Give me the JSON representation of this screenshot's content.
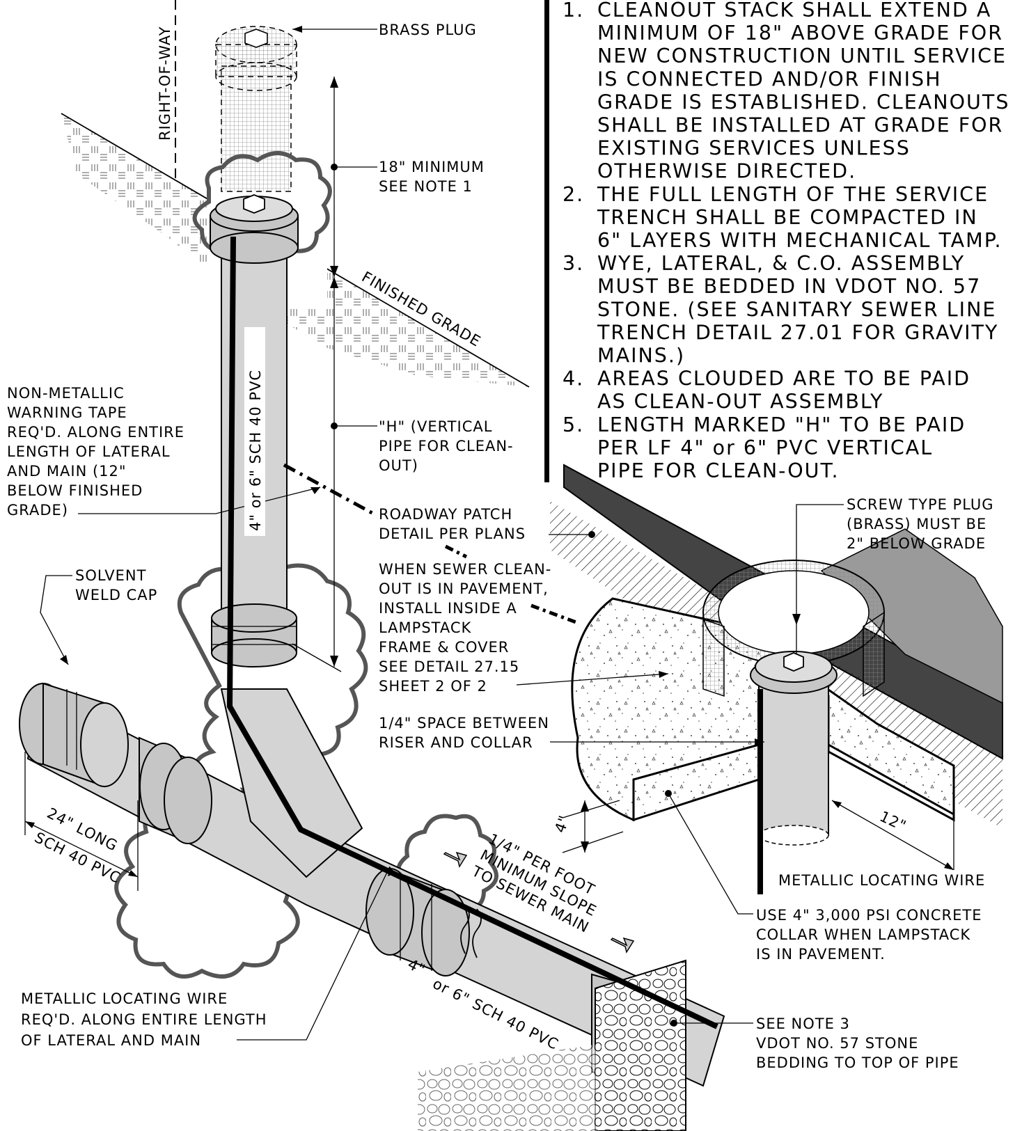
{
  "notes": [
    {
      "num": "1.",
      "lines": [
        "CLEANOUT STACK SHALL EXTEND A",
        "MINIMUM OF 18\" ABOVE GRADE FOR",
        "NEW CONSTRUCTION UNTIL SERVICE",
        "IS CONNECTED AND/OR FINISH",
        "GRADE IS ESTABLISHED. CLEANOUTS",
        "SHALL BE INSTALLED AT GRADE FOR",
        "EXISTING SERVICES UNLESS",
        "OTHERWISE DIRECTED."
      ]
    },
    {
      "num": "2.",
      "lines": [
        "THE FULL LENGTH OF THE SERVICE",
        "TRENCH SHALL BE COMPACTED IN",
        "6\" LAYERS WITH MECHANICAL TAMP."
      ]
    },
    {
      "num": "3.",
      "lines": [
        "WYE, LATERAL, & C.O. ASSEMBLY",
        "MUST BE BEDDED IN VDOT NO. 57",
        "STONE.  (SEE SANITARY SEWER LINE",
        "TRENCH DETAIL 27.01 FOR GRAVITY",
        "MAINS.)"
      ]
    },
    {
      "num": "4.",
      "lines": [
        "AREAS CLOUDED ARE TO BE PAID",
        "AS CLEAN-OUT ASSEMBLY"
      ]
    },
    {
      "num": "5.",
      "lines": [
        "LENGTH MARKED \"H\" TO BE PAID",
        "PER LF 4\" or 6\" PVC VERTICAL",
        "PIPE FOR CLEAN-OUT."
      ]
    }
  ],
  "labels": {
    "right_of_way": "RIGHT-OF-WAY",
    "brass_plug": "BRASS PLUG",
    "min18": [
      "18\" MINIMUM",
      "SEE NOTE 1"
    ],
    "finished_grade": "FINISHED GRADE",
    "h_vertical": [
      "\"H\" (VERTICAL",
      "PIPE FOR CLEAN-",
      "OUT)"
    ],
    "warning_tape": [
      "NON-METALLIC",
      "WARNING TAPE",
      "REQ'D. ALONG ENTIRE",
      "LENGTH OF LATERAL",
      "AND MAIN (12\"",
      "BELOW FINISHED",
      "GRADE)"
    ],
    "vertical_pipe": "4\" or 6\" SCH 40 PVC",
    "roadway_patch": [
      "ROADWAY PATCH",
      "DETAIL PER PLANS"
    ],
    "lampstack": [
      "WHEN SEWER CLEAN-",
      "OUT IS IN PAVEMENT,",
      "INSTALL INSIDE A",
      "LAMPSTACK",
      "FRAME & COVER",
      "SEE DETAIL 27.15",
      "SHEET 2 OF 2"
    ],
    "space_quarter": [
      "1/4\" SPACE BETWEEN",
      "RISER AND COLLAR"
    ],
    "solvent_cap": [
      "SOLVENT",
      "WELD CAP"
    ],
    "long24": "24\" LONG",
    "sch40": "SCH 40 PVC",
    "slope": [
      "1/4\" PER FOOT",
      "MINIMUM SLOPE",
      "TO SEWER MAIN"
    ],
    "lateral_pipe": [
      "4\"",
      "or 6\" SCH 40 PVC"
    ],
    "metallic_wire_left": [
      "METALLIC LOCATING WIRE",
      "REQ'D. ALONG ENTIRE LENGTH",
      "OF LATERAL AND MAIN"
    ],
    "screw_plug": [
      "SCREW TYPE PLUG",
      "(BRASS) MUST BE",
      "2\" BELOW GRADE"
    ],
    "dim12": "12\"",
    "dim4": "4\"",
    "metallic_wire_right": "METALLIC LOCATING WIRE",
    "collar": [
      "USE 4\" 3,000 PSI CONCRETE",
      "COLLAR WHEN LAMPSTACK",
      "IS IN PAVEMENT."
    ],
    "bedding": [
      "SEE NOTE 3",
      "VDOT NO. 57 STONE",
      "BEDDING TO TOP OF PIPE"
    ]
  }
}
